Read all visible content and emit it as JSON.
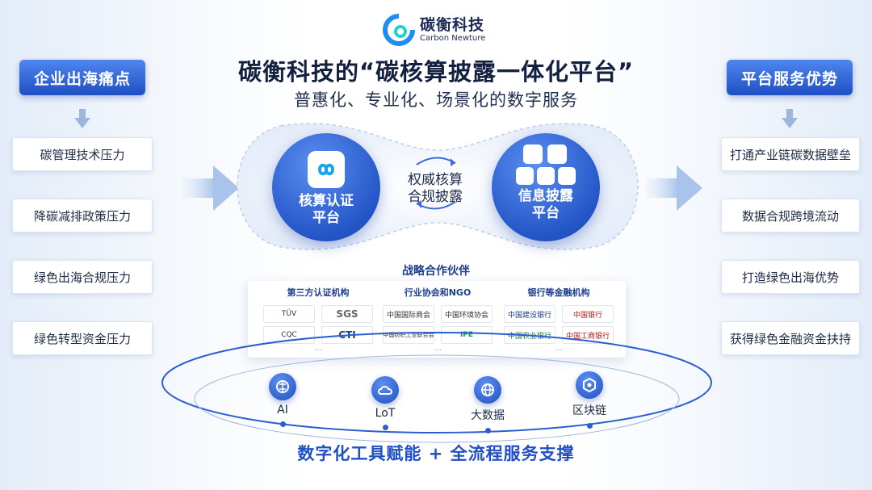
{
  "brand": {
    "name_cn": "碳衡科技",
    "name_en": "Carbon Newture"
  },
  "title": "碳衡科技的“碳核算披露一体化平台”",
  "subtitle": "普惠化、专业化、场景化的数字服务",
  "left": {
    "heading": "企业出海痛点",
    "items": [
      "碳管理技术压力",
      "降碳减排政策压力",
      "绿色出海合规压力",
      "绿色转型资金压力"
    ]
  },
  "right": {
    "heading": "平台服务优势",
    "items": [
      "打通产业链碳数据壁垒",
      "数据合规跨境流动",
      "打造绿色出海优势",
      "获得绿色金融资金扶持"
    ]
  },
  "center": {
    "left_platform": {
      "line1": "核算认证",
      "line2": "平台"
    },
    "middle_label": {
      "line1": "权威核算",
      "line2": "合规披露"
    },
    "right_platform": {
      "line1": "信息披露",
      "line2": "平台"
    }
  },
  "partners": {
    "title": "战略合作伙伴",
    "groups": [
      {
        "title": "第三方认证机构",
        "cards": [
          "TÜV",
          "SGS",
          "CQC",
          "CTI"
        ]
      },
      {
        "title": "行业协会和NGO",
        "cards": [
          "中国国际商会",
          "中国环境协会",
          "中国纺织工业联合会",
          "IPE"
        ]
      },
      {
        "title": "银行等金融机构",
        "cards": [
          "中国建设银行",
          "中国银行",
          "中国农业银行",
          "中国工商银行"
        ]
      }
    ],
    "more": "..."
  },
  "tech": [
    {
      "label": "AI"
    },
    {
      "label": "LoT"
    },
    {
      "label": "大数据"
    },
    {
      "label": "区块链"
    }
  ],
  "footer": "数字化工具赋能 + 全流程服务支撑",
  "colors": {
    "primary": "#2556c8",
    "accent": "#4f86ee",
    "text": "#14203f"
  }
}
